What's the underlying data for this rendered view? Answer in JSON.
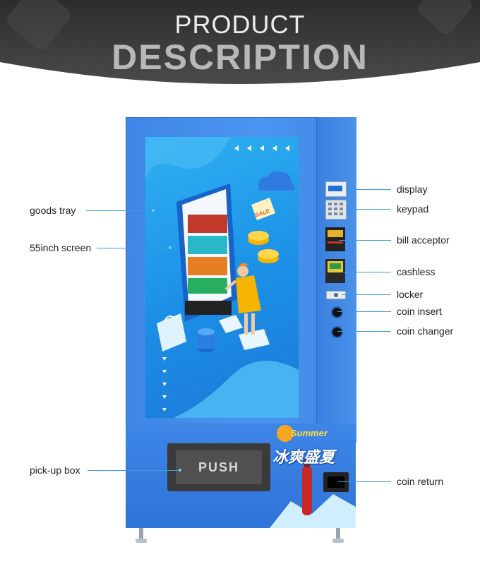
{
  "header": {
    "title_line1": "PRODUCT",
    "title_line2": "DESCRIPTION"
  },
  "machine": {
    "push_label": "PUSH",
    "screen_sale_tag": "SALE",
    "promo_script": "Summer",
    "promo_text": "冰爽盛夏"
  },
  "labels_left": {
    "goods_tray": "goods tray",
    "screen": "55inch screen",
    "pickup_box": "pick-up box"
  },
  "labels_right": {
    "display": "display",
    "keypad": "keypad",
    "bill_acceptor": "bill  acceptor",
    "cashless": "cashless",
    "locker": "locker",
    "coin_insert": "coin insert",
    "coin_changer": "coin changer",
    "coin_return": "coin return"
  },
  "colors": {
    "banner": "#3a3a3a",
    "machine_body": "#4690ee",
    "screen": "#1e90e8",
    "leader_line": "#3f9bd9"
  }
}
